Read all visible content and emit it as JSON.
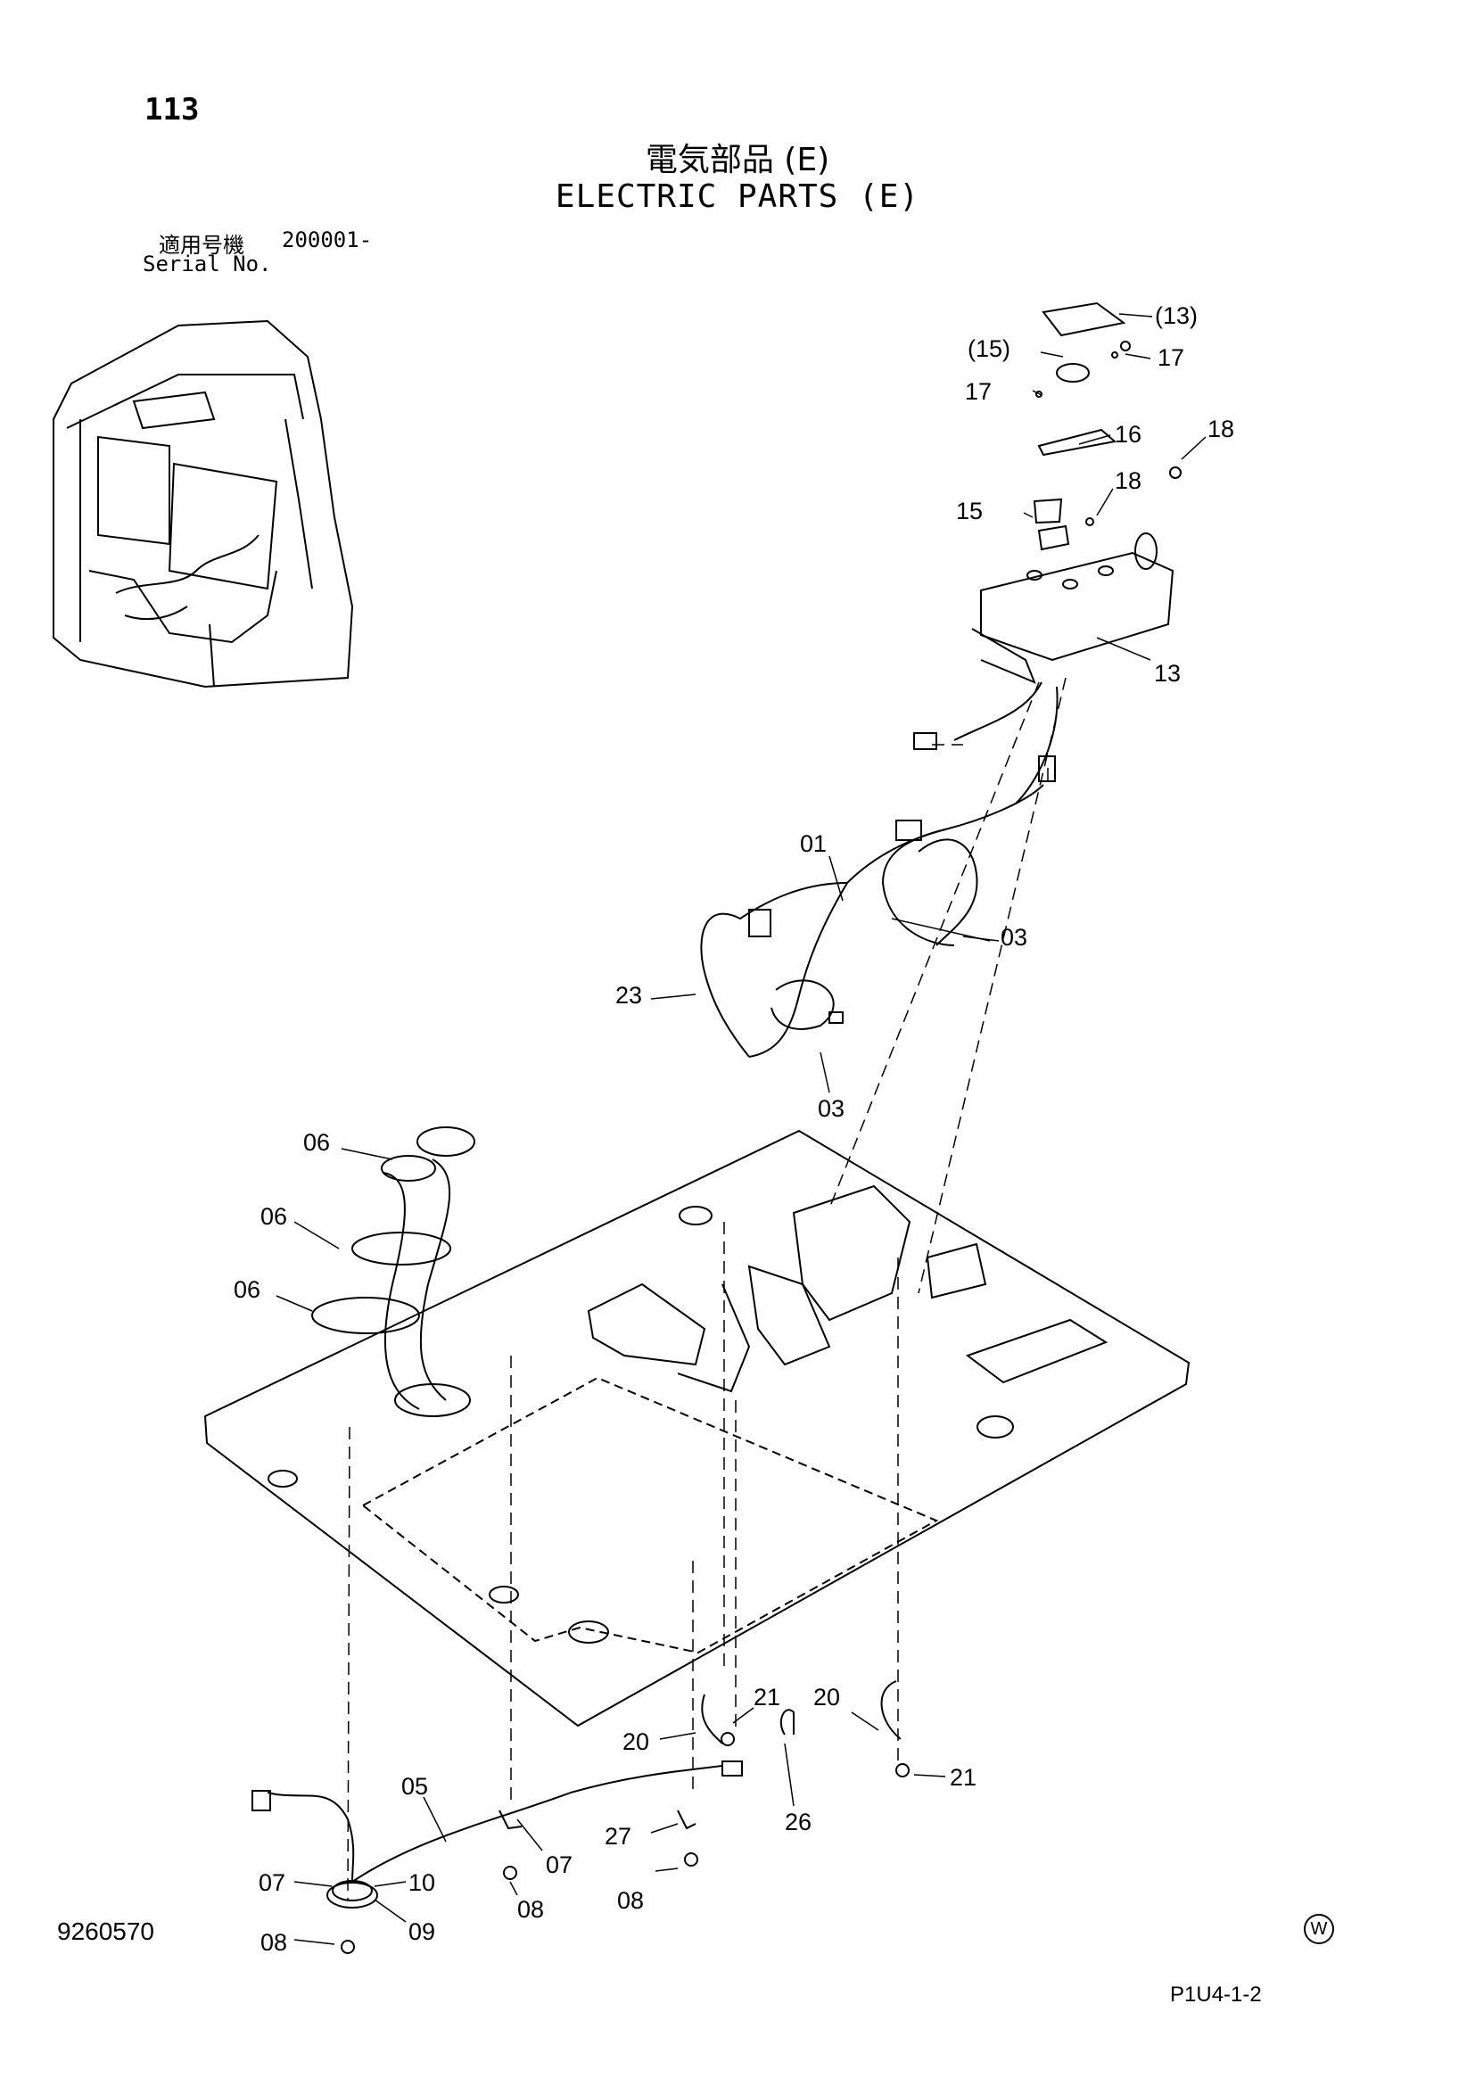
{
  "page_number": "113",
  "title_jp": "電気部品 (E)",
  "title_en": "ELECTRIC PARTS (E)",
  "serial_label_jp": "適用号機",
  "serial_value": "200001-",
  "serial_label_en": "Serial No.",
  "document_number": "9260570",
  "page_reference": "P1U4-1-2",
  "watermark_mark": "W",
  "callouts": {
    "c13p": "(13)",
    "c15p": "(15)",
    "c17a": "17",
    "c17b": "17",
    "c16": "16",
    "c18a": "18",
    "c18b": "18",
    "c15": "15",
    "c13": "13",
    "c01": "01",
    "c03a": "03",
    "c23": "23",
    "c03b": "03",
    "c06a": "06",
    "c06b": "06",
    "c06c": "06",
    "c21a": "21",
    "c20a": "20",
    "c20b": "20",
    "c21b": "21",
    "c05": "05",
    "c26": "26",
    "c27": "27",
    "c07a": "07",
    "c07b": "07",
    "c10": "10",
    "c08a": "08",
    "c08b": "08",
    "c08c": "08",
    "c09": "09"
  }
}
